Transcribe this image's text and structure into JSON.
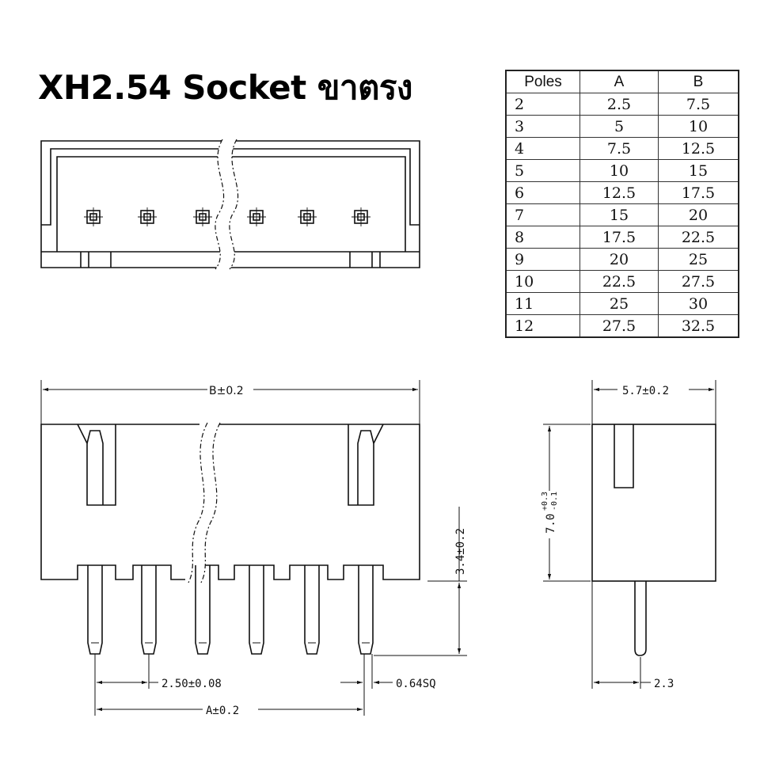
{
  "title": "XH2.54 Socket ขาตรง",
  "table": {
    "headers": [
      "Poles",
      "A",
      "B"
    ],
    "rows": [
      [
        "2",
        "2.5",
        "7.5"
      ],
      [
        "3",
        "5",
        "10"
      ],
      [
        "4",
        "7.5",
        "12.5"
      ],
      [
        "5",
        "10",
        "15"
      ],
      [
        "6",
        "12.5",
        "17.5"
      ],
      [
        "7",
        "15",
        "20"
      ],
      [
        "8",
        "17.5",
        "22.5"
      ],
      [
        "9",
        "20",
        "25"
      ],
      [
        "10",
        "22.5",
        "27.5"
      ],
      [
        "11",
        "25",
        "30"
      ],
      [
        "12",
        "27.5",
        "32.5"
      ]
    ]
  },
  "dimensions": {
    "overall_width": "B±0.2",
    "pitch": "2.50±0.08",
    "pin_span": "A±0.2",
    "pin_size": "0.64SQ",
    "pin_height": "3.4±0.2",
    "depth": "5.7±0.2",
    "height_base": "7.0",
    "height_tol_plus": "+0.3",
    "height_tol_minus": "-0.1",
    "pin_offset": "2.3"
  },
  "colors": {
    "line": "#111111",
    "background": "#ffffff"
  }
}
